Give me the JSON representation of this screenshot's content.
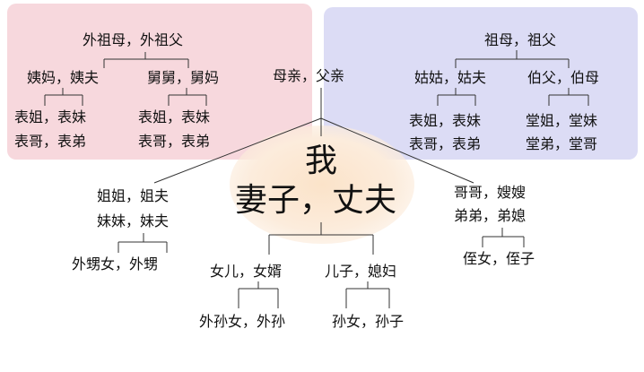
{
  "maternal": {
    "grandparents": "外祖母，外祖父",
    "aunt_couple": "姨妈，姨夫",
    "uncle_couple": "舅舅，舅妈",
    "aunt_cousins_1": "表姐，表妹",
    "aunt_cousins_2": "表哥，表弟",
    "uncle_cousins_1": "表姐，表妹",
    "uncle_cousins_2": "表哥，表弟"
  },
  "parents": "母亲，父亲",
  "paternal": {
    "grandparents": "祖母，祖父",
    "aunt_couple": "姑姑，姑夫",
    "uncle_couple": "伯父，伯母",
    "aunt_cousins_1": "表姐，表妹",
    "aunt_cousins_2": "表哥，表弟",
    "uncle_cousins_1": "堂姐，堂妹",
    "uncle_cousins_2": "堂弟，堂哥"
  },
  "self": {
    "me": "我",
    "spouse": "妻子，丈夫"
  },
  "sisters": {
    "line1": "姐姐，姐夫",
    "line2": "妹妹，妹夫",
    "children": "外甥女，外甥"
  },
  "brothers": {
    "line1": "哥哥，嫂嫂",
    "line2": "弟弟，弟媳",
    "children": "侄女，侄子"
  },
  "daughter": {
    "couple": "女儿，女婿",
    "children": "外孙女，外孙"
  },
  "son": {
    "couple": "儿子，媳妇",
    "children": "孙女，孙子"
  },
  "colors": {
    "maternal_panel": "#f7d8dd",
    "paternal_panel": "#dcdcf5",
    "self_highlight": "#fbe3c9",
    "lines": "#333333"
  }
}
